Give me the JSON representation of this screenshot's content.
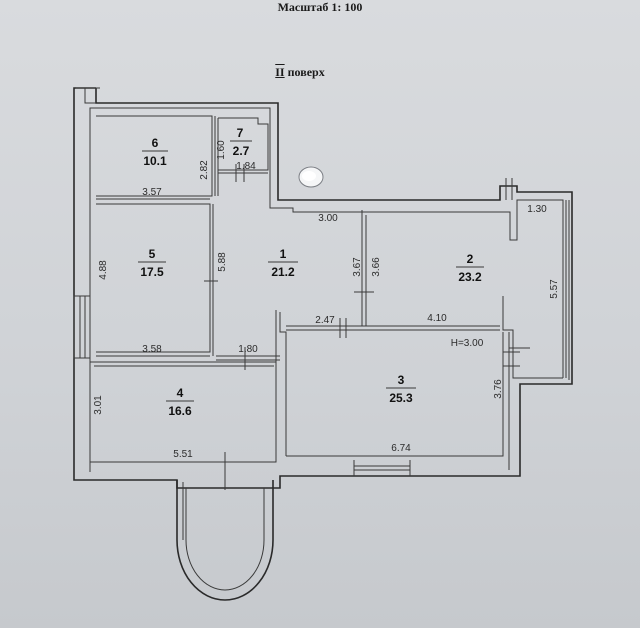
{
  "header": {
    "scale": "Масштаб 1: 100",
    "floor_roman": "II",
    "floor_word": "поверх"
  },
  "rooms": [
    {
      "id": "1",
      "area": "21.2"
    },
    {
      "id": "2",
      "area": "23.2"
    },
    {
      "id": "3",
      "area": "25.3"
    },
    {
      "id": "4",
      "area": "16.6"
    },
    {
      "id": "5",
      "area": "17.5"
    },
    {
      "id": "6",
      "area": "10.1"
    },
    {
      "id": "7",
      "area": "2.7"
    }
  ],
  "dimensions": {
    "d_282": "2.82",
    "d_160": "1.60",
    "d_184": "1.84",
    "d_357": "3.57",
    "d_300": "3.00",
    "d_130": "1.30",
    "d_488": "4.88",
    "d_588": "5.88",
    "d_367": "3.67",
    "d_366": "3.66",
    "d_557": "5.57",
    "d_247": "2.47",
    "d_410": "4.10",
    "d_358": "3.58",
    "d_180": "1.80",
    "d_h300": "H=3.00",
    "d_301": "3.01",
    "d_376": "3.76",
    "d_551": "5.51",
    "d_674": "6.74"
  },
  "colors": {
    "paper": "#d4d6d9",
    "line": "#2a2a2a"
  }
}
